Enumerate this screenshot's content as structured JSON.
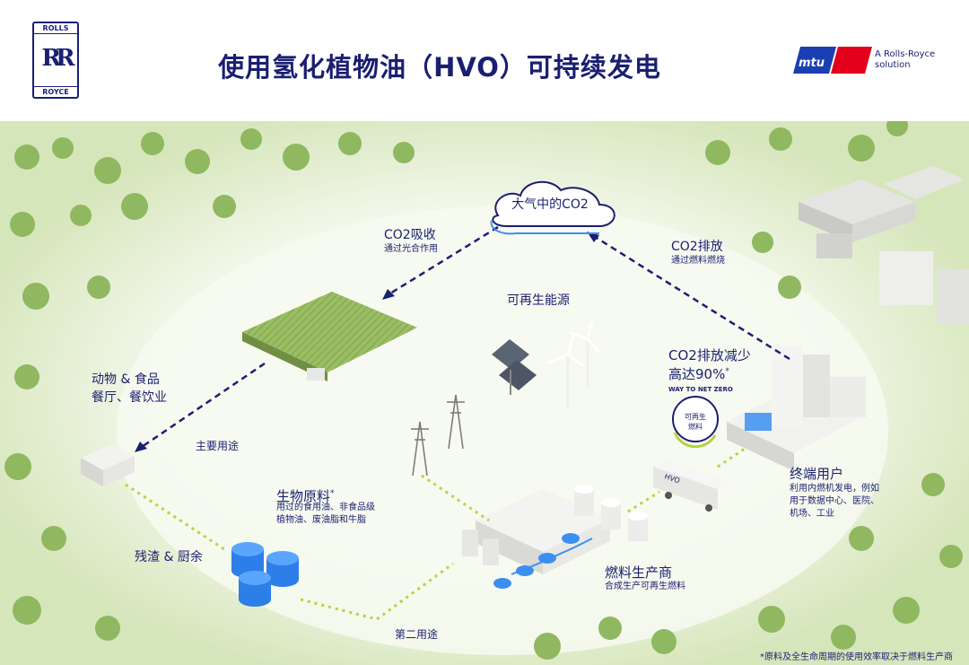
{
  "header": {
    "logo_top": "ROLLS",
    "logo_mono": "RR",
    "logo_bottom": "ROYCE",
    "title": "使用氢化植物油（HVO）可持续发电",
    "mtu_text": "mtu",
    "mtu_tag_line1": "A Rolls-Royce",
    "mtu_tag_line2": "solution"
  },
  "colors": {
    "brand_navy": "#1a1f71",
    "mtu_red": "#e3001b",
    "mtu_blue": "#1a3fb0",
    "dotted_green": "#b6d23c",
    "dashed_navy": "#1a1f71",
    "tank_blue": "#3b8ff0"
  },
  "diagram": {
    "cloud_label": "大气中的CO2",
    "co2_absorb": "CO2吸收",
    "co2_absorb_sub": "通过光合作用",
    "co2_release": "CO2排放",
    "co2_release_sub": "通过燃料燃烧",
    "renewable": "可再生能源",
    "reduction_line1": "CO2排放减少",
    "reduction_line2": "高达90%",
    "reduction_mark": "*",
    "badge_ring": "WAY TO NET ZERO",
    "badge_line1": "可再生",
    "badge_line2": "燃料",
    "animals_line1": "动物 & 食品",
    "animals_line2": "餐厅、餐饮业",
    "main_use": "主要用途",
    "raw_title": "生物原料",
    "raw_mark": "*",
    "raw_line1": "用过的食用油、非食品级",
    "raw_line2": "植物油、废油脂和牛脂",
    "residue": "残渣 & 厨余",
    "second_use": "第二用途",
    "producer": "燃料生产商",
    "producer_sub": "合成生产可再生燃料",
    "end_user": "终端用户",
    "end_user_line1": "利用内燃机发电，例如",
    "end_user_line2": "用于数据中心、医院、",
    "end_user_line3": "机场、工业",
    "truck_label": "HVO"
  },
  "footnote": "*原料及全生命周期的使用效率取决于燃料生产商"
}
